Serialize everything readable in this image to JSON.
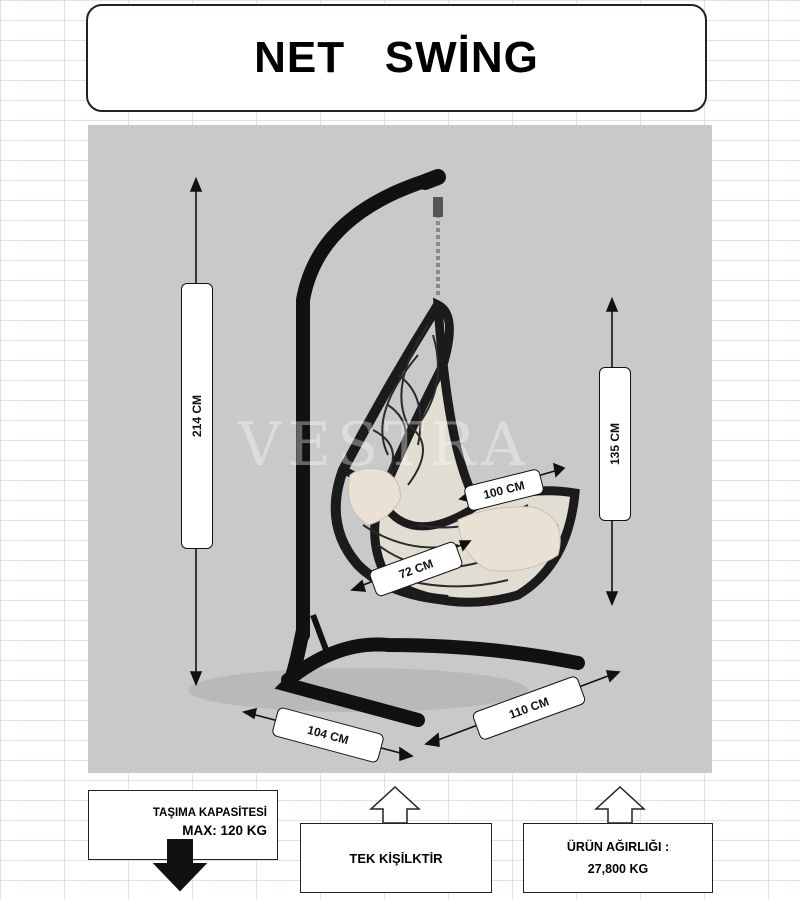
{
  "title": "NET   SWİNG",
  "watermark": "VESTRA",
  "dimensions": {
    "height_total": "214 CM",
    "height_basket": "135 CM",
    "basket_width": "100 CM",
    "seat_depth": "72 CM",
    "base_width": "110 CM",
    "base_depth": "104 CM"
  },
  "capacity": {
    "label": "TAŞIMA KAPASİTESİ",
    "value": "MAX: 120 KG"
  },
  "single_person": "TEK KİŞİLKTİR",
  "weight": {
    "label": "ÜRÜN AĞIRLIĞI :",
    "value": "27,800 KG"
  }
}
